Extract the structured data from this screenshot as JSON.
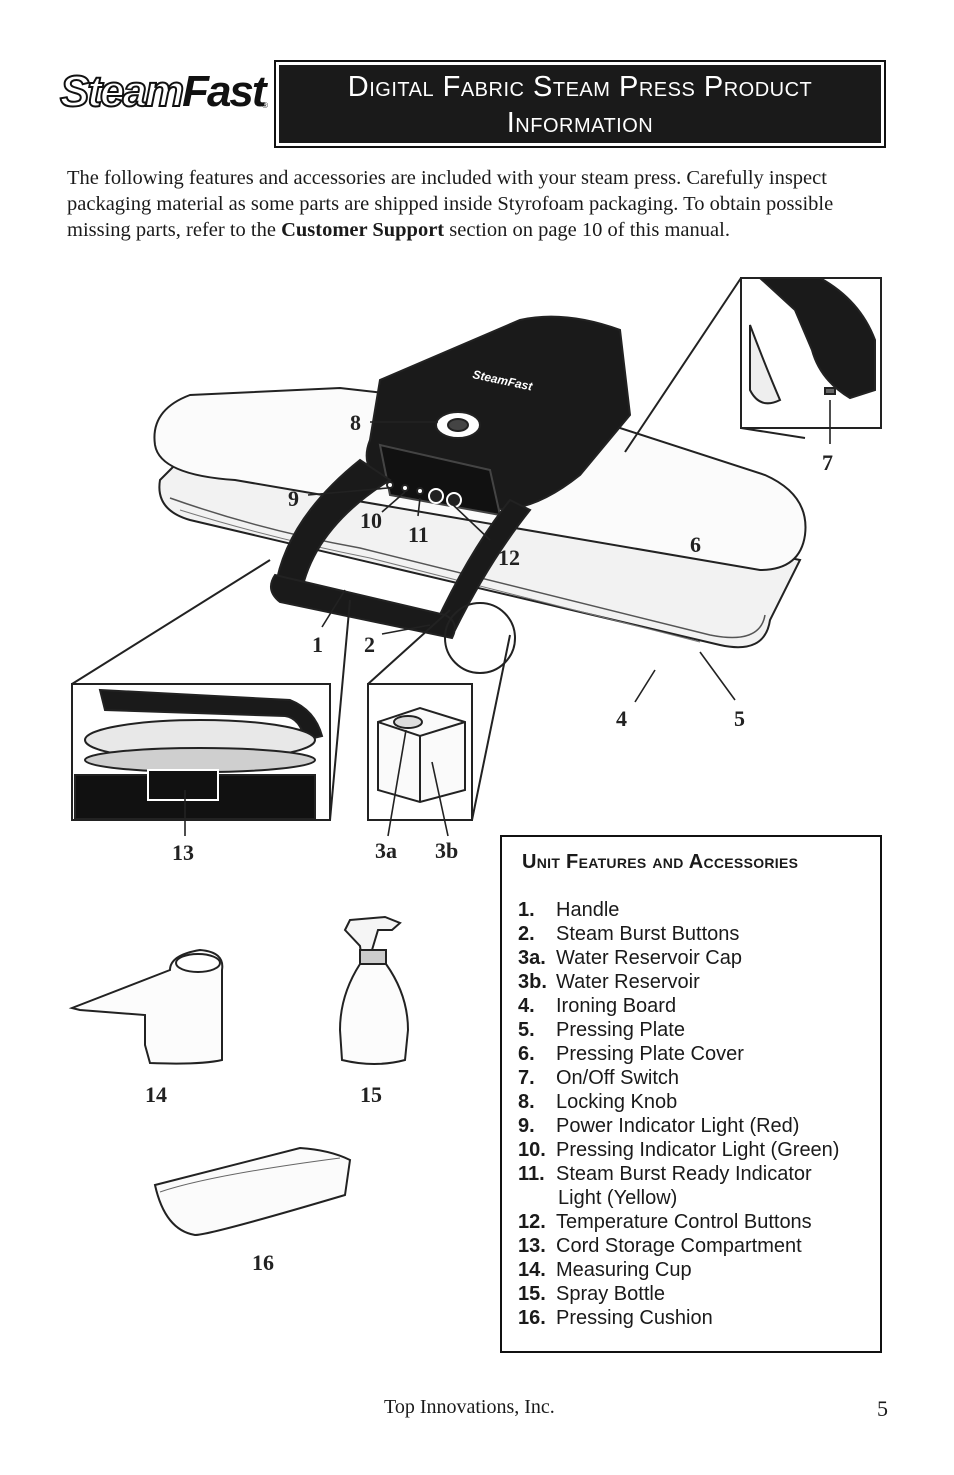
{
  "logo": {
    "part1": "Steam",
    "part2": "Fast",
    "reg": "®"
  },
  "title": {
    "line1": "Digital Fabric Steam Press Product",
    "line2": "Information"
  },
  "intro": {
    "text_before": "The following features and accessories are included with your steam press.  Carefully inspect packaging material as some parts are shipped inside Styrofoam packaging.  To obtain possible missing parts, refer to the ",
    "bold": "Customer Support",
    "text_after": " section on page 10 of this manual."
  },
  "illustration": {
    "callouts": [
      "8",
      "7",
      "9",
      "10",
      "11",
      "12",
      "6",
      "1",
      "2",
      "4",
      "5",
      "13",
      "3a",
      "3b",
      "14",
      "15",
      "16"
    ],
    "unit_brand": "SteamFast"
  },
  "features": {
    "heading": "Unit Features and Accessories",
    "items": [
      {
        "num": "1.",
        "label": "Handle"
      },
      {
        "num": "2.",
        "label": "Steam Burst Buttons"
      },
      {
        "num": "3a.",
        "label": "Water Reservoir Cap"
      },
      {
        "num": "3b.",
        "label": "Water Reservoir"
      },
      {
        "num": "4.",
        "label": "Ironing Board"
      },
      {
        "num": "5.",
        "label": "Pressing Plate"
      },
      {
        "num": "6.",
        "label": "Pressing Plate Cover"
      },
      {
        "num": "7.",
        "label": "On/Off Switch"
      },
      {
        "num": "8.",
        "label": "Locking Knob"
      },
      {
        "num": "9.",
        "label": "Power Indicator Light (Red)"
      },
      {
        "num": "10.",
        "label": "Pressing Indicator Light (Green)"
      },
      {
        "num": "11.",
        "label": "Steam Burst Ready Indicator",
        "cont": "Light (Yellow)"
      },
      {
        "num": "12.",
        "label": "Temperature Control Buttons"
      },
      {
        "num": "13.",
        "label": "Cord Storage Compartment"
      },
      {
        "num": "14.",
        "label": "Measuring Cup"
      },
      {
        "num": "15.",
        "label": "Spray Bottle"
      },
      {
        "num": "16.",
        "label": "Pressing Cushion"
      }
    ]
  },
  "footer": {
    "company": "Top Innovations, Inc.",
    "page": "5"
  }
}
